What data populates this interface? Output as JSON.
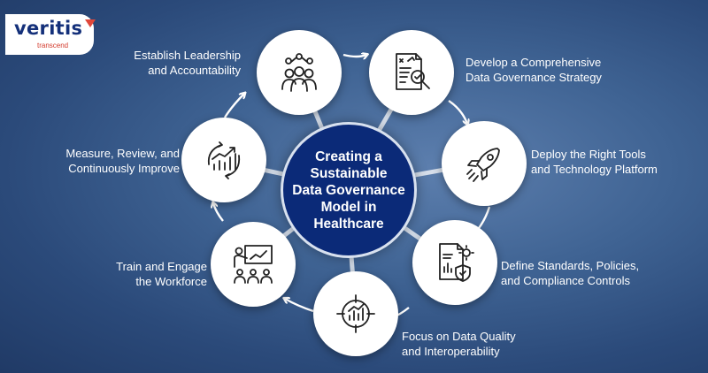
{
  "logo": {
    "name": "veritis",
    "tagline": "transcend"
  },
  "center_title": [
    "Creating a",
    "Sustainable",
    "Data Governance",
    "Model in",
    "Healthcare"
  ],
  "steps": [
    {
      "lines": [
        "Establish Leadership",
        "and Accountability"
      ],
      "icon": "leadership-team-icon"
    },
    {
      "lines": [
        "Develop a Comprehensive",
        "Data Governance Strategy"
      ],
      "icon": "strategy-document-icon"
    },
    {
      "lines": [
        "Deploy the Right Tools",
        "and Technology Platform"
      ],
      "icon": "rocket-icon"
    },
    {
      "lines": [
        "Define Standards, Policies,",
        "and Compliance Controls"
      ],
      "icon": "policy-document-icon"
    },
    {
      "lines": [
        "Focus on Data Quality",
        "and Interoperability"
      ],
      "icon": "quality-target-icon"
    },
    {
      "lines": [
        "Train and Engage",
        "the Workforce"
      ],
      "icon": "training-presentation-icon"
    },
    {
      "lines": [
        "Measure, Review, and",
        "Continuously Improve"
      ],
      "icon": "improvement-chart-icon"
    }
  ],
  "colors": {
    "background": "#3f6393",
    "center_fill": "#0b2a78",
    "node_fill": "#ffffff",
    "text": "#ffffff",
    "logo_accent": "#e0473a"
  }
}
